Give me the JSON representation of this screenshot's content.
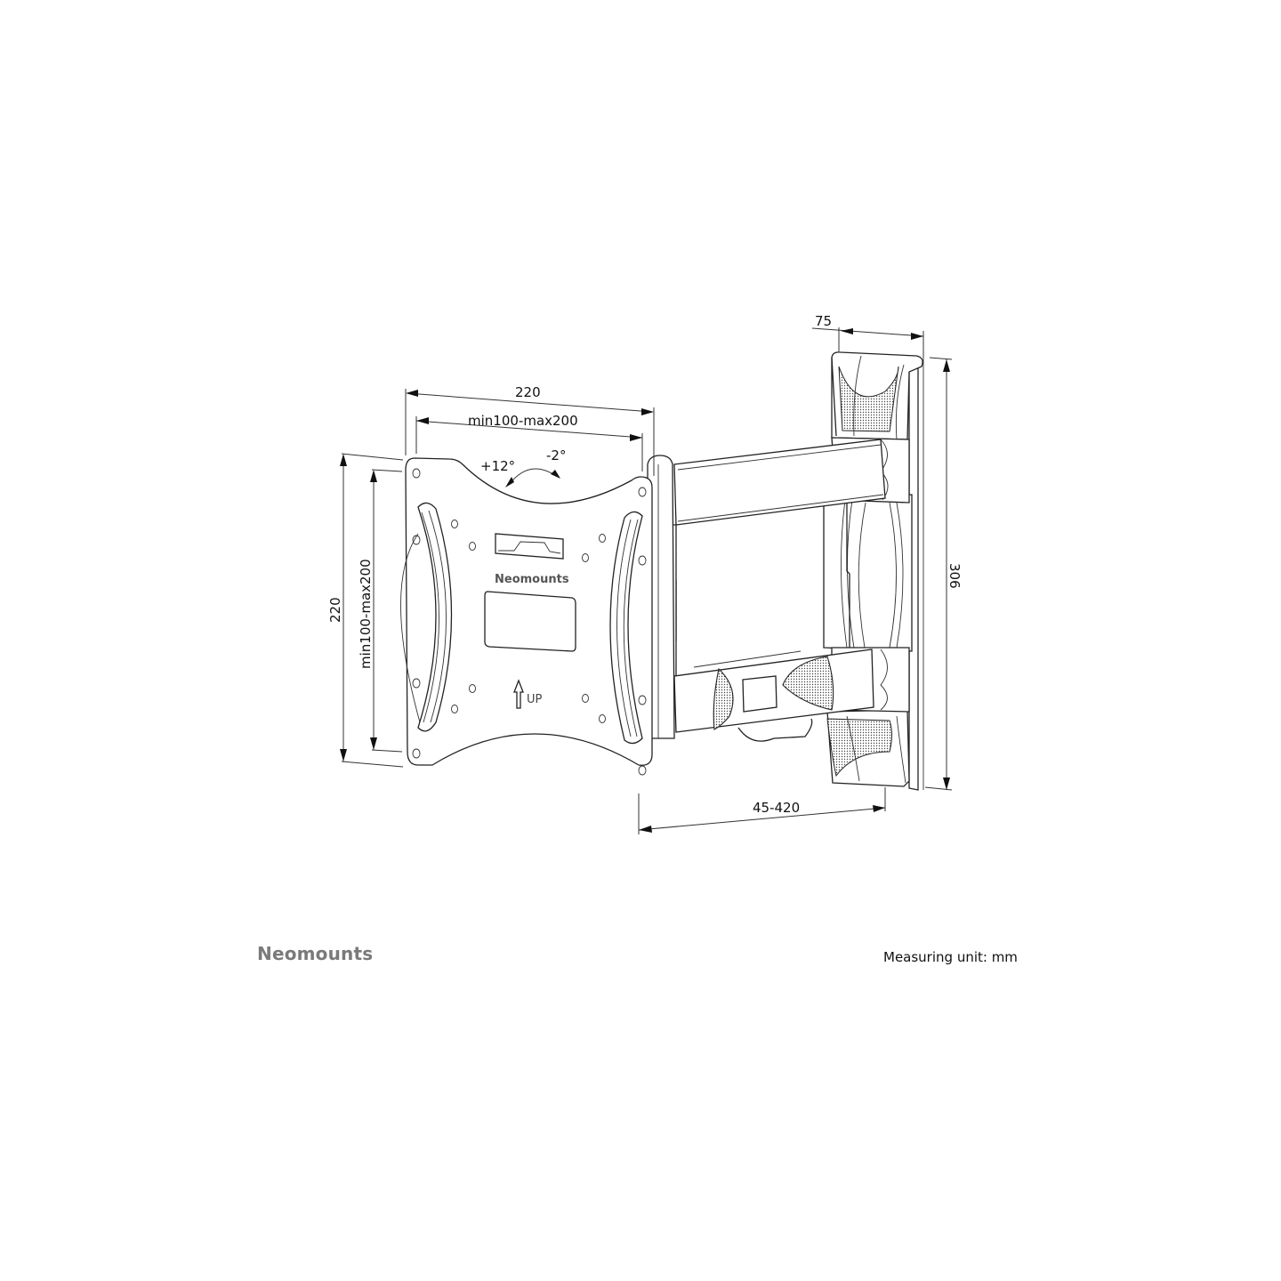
{
  "product": {
    "plate_brand_label": "Neomounts",
    "up_label": "UP"
  },
  "dimensions": {
    "width_outer": "220",
    "width_vesa": "min100-max200",
    "height_outer": "220",
    "height_vesa": "min100-max200",
    "wall_plate_depth": "75",
    "total_height": "306",
    "extension_range": "45-420",
    "tilt_up": "+12°",
    "tilt_down": "-2°"
  },
  "footer": {
    "brand": "Neomounts",
    "unit_note": "Measuring unit: mm"
  },
  "colors": {
    "line": "#222222",
    "brand_gray": "#7a7a7a",
    "background": "#ffffff"
  }
}
